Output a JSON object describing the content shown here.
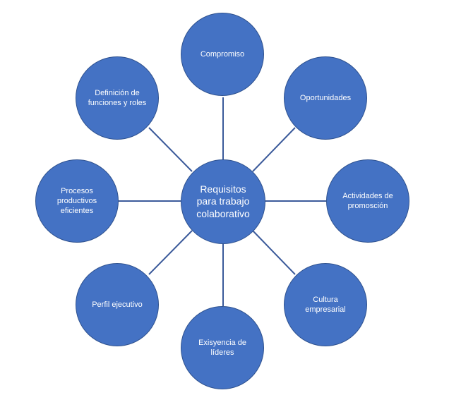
{
  "diagram": {
    "center_label": "Requisitos\npara trabajo\ncolaborativo",
    "nodes": {
      "compromiso": "Compromiso",
      "oportunidades": "Oportunidades",
      "actividades": "Actividades de\npromosción",
      "cultura": "Cultura\nempresarial",
      "exisyencia": "Exisyencia de\nlíderes",
      "perfil": "Perfil ejecutivo",
      "procesos": "Procesos\nproductivos\neficientes",
      "definicion": "Definición de\nfunciones y roles"
    },
    "colors": {
      "node_fill": "#4472c4",
      "node_border": "#2f528f",
      "connector": "#3b5a9a",
      "text": "#ffffff"
    }
  }
}
